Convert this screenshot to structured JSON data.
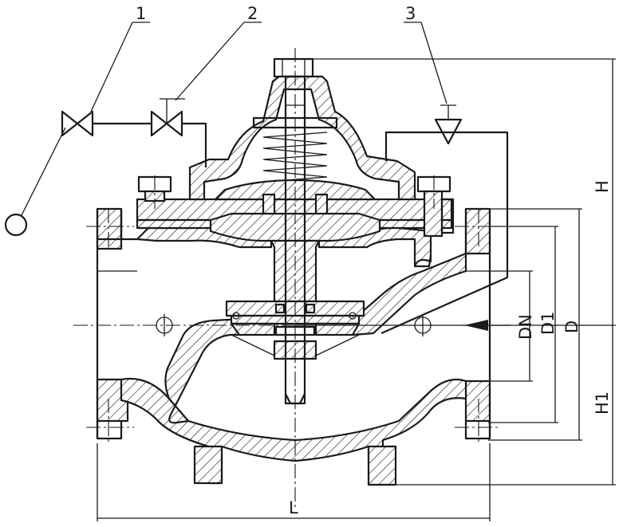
{
  "callouts": [
    "1",
    "2",
    "3"
  ],
  "dims": {
    "H": "H",
    "H1": "H1",
    "DN": "DN",
    "D1": "D1",
    "D": "D",
    "L": "L"
  }
}
